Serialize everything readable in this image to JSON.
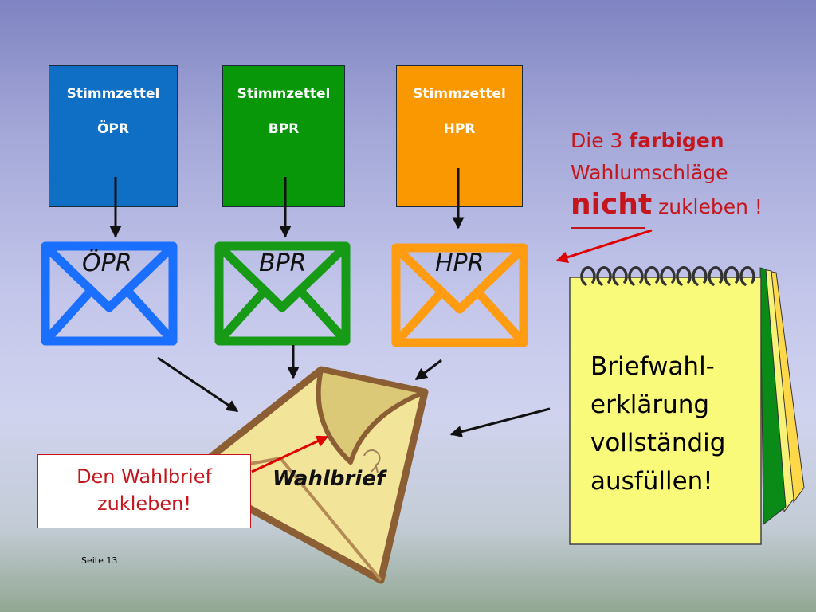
{
  "ballots": [
    {
      "line1": "Stimmzettel",
      "line2": "ÖPR",
      "color": "#0f6fc5"
    },
    {
      "line1": "Stimmzettel",
      "line2": "BPR",
      "color": "#079708"
    },
    {
      "line1": "Stimmzettel",
      "line2": "HPR",
      "color": "#f99800"
    }
  ],
  "envelopes": [
    {
      "label": "ÖPR",
      "color": "#1a6fff"
    },
    {
      "label": "BPR",
      "color": "#179b17"
    },
    {
      "label": "HPR",
      "color": "#ff9c12"
    }
  ],
  "warning": {
    "part1": "Die 3 ",
    "bold1": "farbigen",
    "line2": "Wahlumschläge",
    "nicht": "nicht",
    "rest": " zukleben !",
    "color": "#c4161c"
  },
  "seal_instruction": "Den Wahlbrief zukleben!",
  "wahlbrief_label": "Wahlbrief",
  "notepad_text": [
    "Briefwahl-",
    "erklärung",
    "vollständig",
    "ausfüllen!"
  ],
  "page_number": "Seite 13",
  "icons": {
    "envelope": "envelope-icon",
    "notepad": "spiral-notepad-icon",
    "wahlbrief": "open-envelope-icon",
    "recycle": "recycle-icon"
  }
}
